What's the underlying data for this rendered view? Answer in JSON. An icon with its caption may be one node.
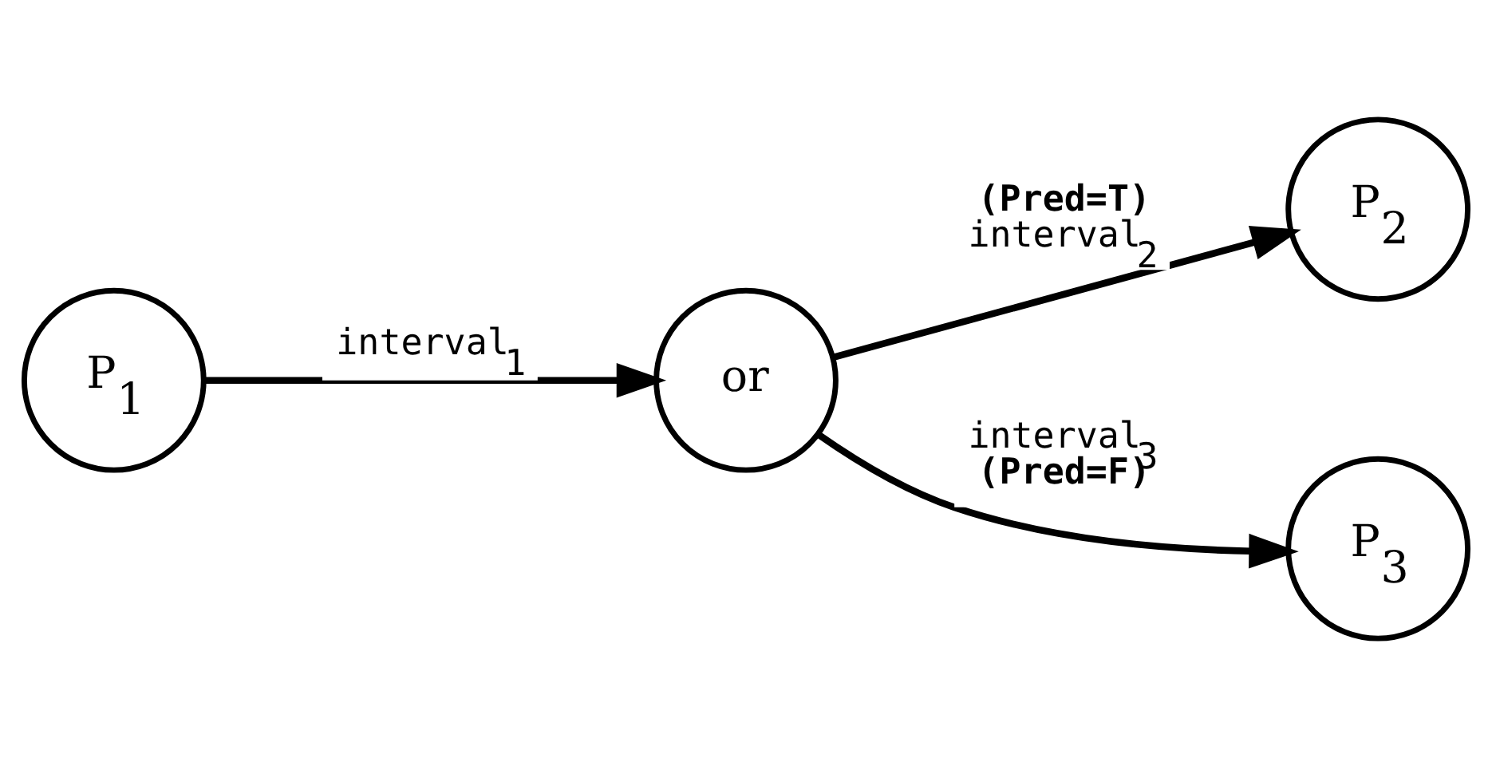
{
  "diagram": {
    "nodes": [
      {
        "text": [
          "P$_{1}$"
        ]
      },
      {
        "text": [
          "or"
        ]
      },
      {
        "text": [
          "P$_{2}$"
        ]
      },
      {
        "text": [
          "P$_{3}$"
        ]
      }
    ],
    "edges": [
      {
        "from": 0,
        "to": 1,
        "arrow": "to",
        "label": "interval$_{1}$"
      },
      {
        "from": 1,
        "to": 2,
        "arrow": "to",
        "label": "**(Pred=T)** interval$_{2}$"
      },
      {
        "from": 1,
        "to": 3,
        "arrow": "to",
        "label": "interval$_{3}$ **(Pred=F)**"
      }
    ]
  }
}
